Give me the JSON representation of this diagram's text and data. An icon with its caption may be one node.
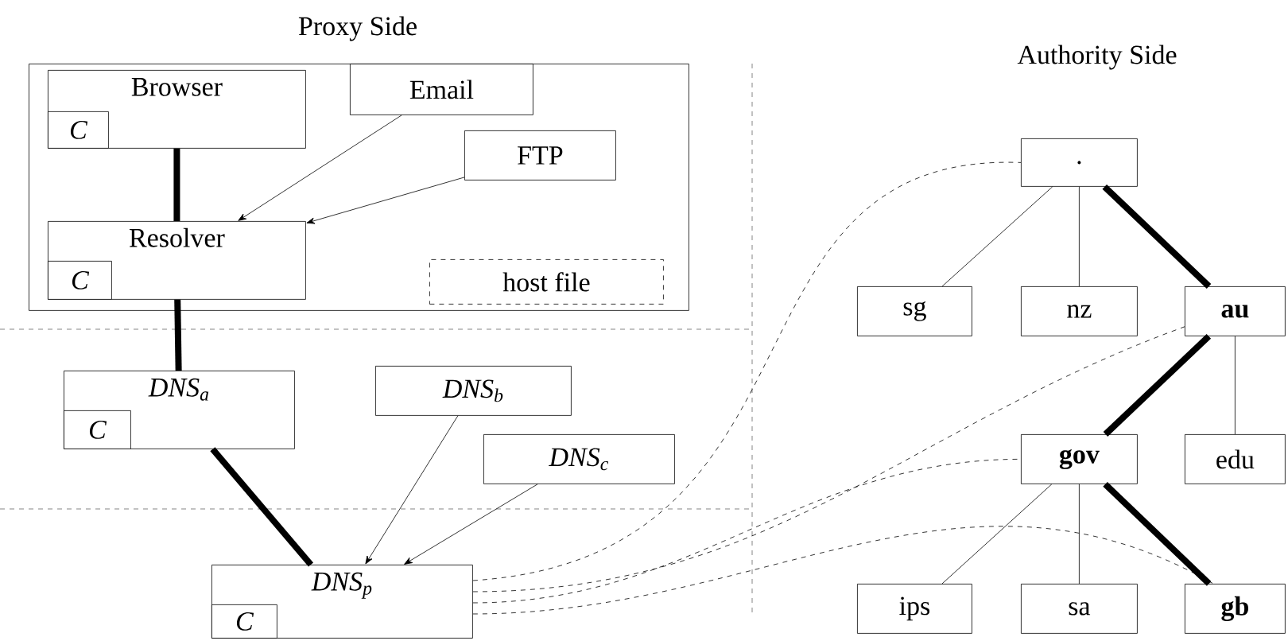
{
  "diagram": {
    "nodes": [
      {
        "text": [],
        "shape": "box"
      },
      {
        "text": [
          "Browser"
        ],
        "in": 0
      },
      {
        "text": [
          "C"
        ],
        "in": 1
      },
      {
        "text": [
          "Email"
        ],
        "in": 0
      },
      {
        "text": [
          "FTP"
        ],
        "in": 0
      },
      {
        "text": [
          "Resolver"
        ],
        "in": 0
      },
      {
        "text": [
          "C"
        ],
        "in": 5
      },
      {
        "text": [
          "host file"
        ],
        "in": 0
      },
      {
        "text": [
          "DNS$_{a}$"
        ]
      },
      {
        "text": [
          "C"
        ],
        "in": 8
      },
      {
        "text": [
          "DNS$_{b}$"
        ]
      },
      {
        "text": [
          "DNS$_{c}$"
        ]
      },
      {
        "text": [
          "DNS$_{p}$"
        ]
      },
      {
        "text": [
          "C"
        ],
        "in": 12
      },
      {
        "text": [
          "."
        ]
      },
      {
        "text": [
          "sg"
        ]
      },
      {
        "text": [
          "nz"
        ]
      },
      {
        "text": [
          "au"
        ]
      },
      {
        "text": [
          "gov"
        ]
      },
      {
        "text": [
          "edu"
        ]
      },
      {
        "text": [
          "ips"
        ]
      },
      {
        "text": [
          "sa"
        ]
      },
      {
        "text": [
          "gb"
        ]
      }
    ],
    "edges": [
      {
        "from": 1,
        "to": 5,
        "arrow": "none",
        "style": "thick"
      },
      {
        "from": 3,
        "to": 5,
        "arrow": "to"
      },
      {
        "from": 4,
        "to": 5,
        "arrow": "to"
      },
      {
        "from": 5,
        "to": 8,
        "arrow": "none",
        "style": "thick"
      },
      {
        "from": 8,
        "to": 12,
        "arrow": "none",
        "style": "thick"
      },
      {
        "from": 10,
        "to": 12,
        "arrow": "to"
      },
      {
        "from": 11,
        "to": 12,
        "arrow": "to"
      },
      {
        "from": 14,
        "to": 15,
        "arrow": "none"
      },
      {
        "from": 14,
        "to": 16,
        "arrow": "none"
      },
      {
        "from": 14,
        "to": 17,
        "arrow": "none",
        "style": "thick"
      },
      {
        "from": 17,
        "to": 18,
        "arrow": "none",
        "style": "thick"
      },
      {
        "from": 17,
        "to": 19,
        "arrow": "none"
      },
      {
        "from": 18,
        "to": 20,
        "arrow": "none"
      },
      {
        "from": 18,
        "to": 21,
        "arrow": "none"
      },
      {
        "from": 18,
        "to": 22,
        "arrow": "none",
        "style": "thick"
      },
      {
        "from": 12,
        "to": 14,
        "arrow": "none",
        "style": "dashed"
      },
      {
        "from": 12,
        "to": 17,
        "arrow": "none",
        "style": "dashed"
      },
      {
        "from": 12,
        "to": 18,
        "arrow": "none",
        "style": "dashed"
      },
      {
        "from": 12,
        "to": 22,
        "arrow": "none",
        "style": "dashed"
      }
    ],
    "labels": [
      "Proxy Side",
      "Authority Side"
    ]
  }
}
